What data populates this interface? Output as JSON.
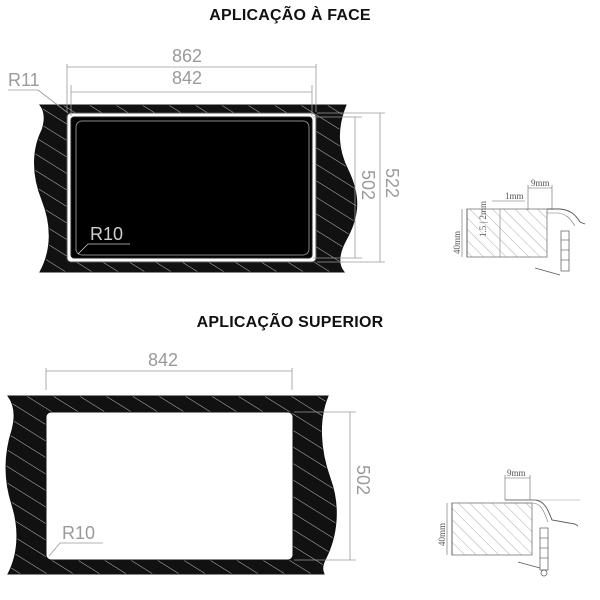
{
  "titles": {
    "face": "APLICAÇÃO À FACE",
    "top": "APLICAÇÃO SUPERIOR"
  },
  "face": {
    "outer_width": "862",
    "inner_width": "842",
    "inner_height": "502",
    "outer_height": "522",
    "corner_outer": "R11",
    "corner_inner": "R10"
  },
  "top": {
    "cut_width": "842",
    "cut_height": "502",
    "corner_inner": "R10"
  },
  "detail_face": {
    "lip": "9mm",
    "gap": "1mm",
    "thickness": "1.5 | 2mm",
    "depth": "40mm"
  },
  "detail_top": {
    "lip": "9mm",
    "depth": "40mm"
  },
  "colors": {
    "ink": "#111111",
    "hatch": "#777777",
    "dimension": "#9a9a9a",
    "fill": "#000000"
  }
}
